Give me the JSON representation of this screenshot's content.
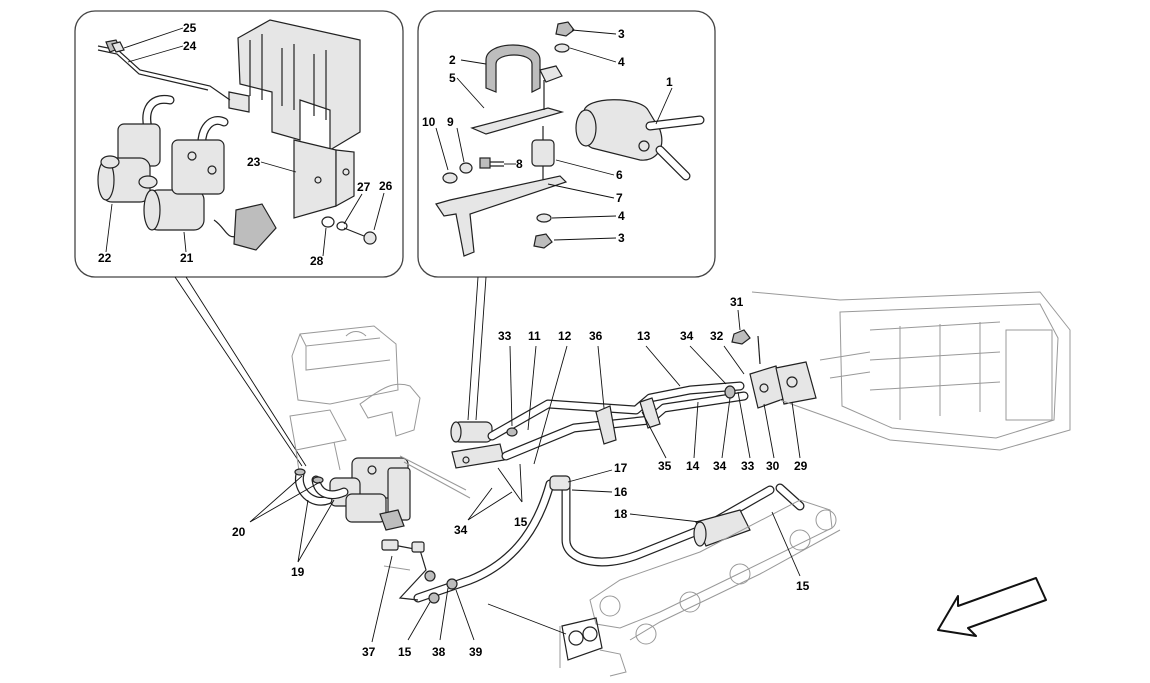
{
  "diagram": {
    "labels": [
      {
        "id": "25",
        "text": "25"
      },
      {
        "id": "24",
        "text": "24"
      },
      {
        "id": "23",
        "text": "23"
      },
      {
        "id": "27",
        "text": "27"
      },
      {
        "id": "26",
        "text": "26"
      },
      {
        "id": "22",
        "text": "22"
      },
      {
        "id": "21",
        "text": "21"
      },
      {
        "id": "28",
        "text": "28"
      },
      {
        "id": "3a",
        "text": "3"
      },
      {
        "id": "2",
        "text": "2"
      },
      {
        "id": "4a",
        "text": "4"
      },
      {
        "id": "5",
        "text": "5"
      },
      {
        "id": "1",
        "text": "1"
      },
      {
        "id": "10",
        "text": "10"
      },
      {
        "id": "9",
        "text": "9"
      },
      {
        "id": "8",
        "text": "8"
      },
      {
        "id": "6",
        "text": "6"
      },
      {
        "id": "7",
        "text": "7"
      },
      {
        "id": "4b",
        "text": "4"
      },
      {
        "id": "3b",
        "text": "3"
      },
      {
        "id": "31",
        "text": "31"
      },
      {
        "id": "33a",
        "text": "33"
      },
      {
        "id": "11",
        "text": "11"
      },
      {
        "id": "12",
        "text": "12"
      },
      {
        "id": "36",
        "text": "36"
      },
      {
        "id": "13",
        "text": "13"
      },
      {
        "id": "34a",
        "text": "34"
      },
      {
        "id": "32",
        "text": "32"
      },
      {
        "id": "35",
        "text": "35"
      },
      {
        "id": "14",
        "text": "14"
      },
      {
        "id": "34b",
        "text": "34"
      },
      {
        "id": "33b",
        "text": "33"
      },
      {
        "id": "30",
        "text": "30"
      },
      {
        "id": "29",
        "text": "29"
      },
      {
        "id": "17",
        "text": "17"
      },
      {
        "id": "16",
        "text": "16"
      },
      {
        "id": "18",
        "text": "18"
      },
      {
        "id": "20",
        "text": "20"
      },
      {
        "id": "19",
        "text": "19"
      },
      {
        "id": "34c",
        "text": "34"
      },
      {
        "id": "15a",
        "text": "15"
      },
      {
        "id": "15b",
        "text": "15"
      },
      {
        "id": "37",
        "text": "37"
      },
      {
        "id": "15c",
        "text": "15"
      },
      {
        "id": "38",
        "text": "38"
      },
      {
        "id": "39",
        "text": "39"
      }
    ]
  }
}
